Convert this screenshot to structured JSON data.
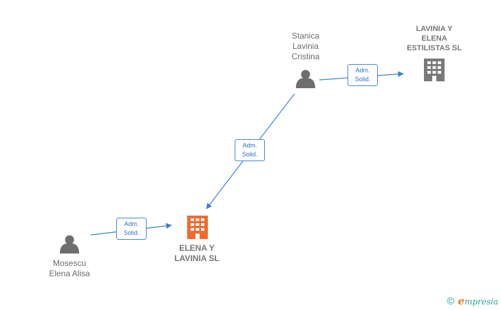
{
  "people": [
    {
      "id": "stanica",
      "name_lines": [
        "Stanica",
        "Lavinia",
        "Cristina"
      ]
    },
    {
      "id": "mosescu",
      "name_lines": [
        "Mosescu",
        "Elena Alisa"
      ]
    }
  ],
  "companies": [
    {
      "id": "lavinia-elena",
      "name": "LAVINIA Y\nELENA\nESTILISTAS  SL",
      "highlight": false
    },
    {
      "id": "elena-lavinia",
      "name": "ELENA Y\nLAVINIA  SL",
      "highlight": true
    }
  ],
  "relations": [
    {
      "from": "stanica",
      "to": "lavinia-elena",
      "label_lines": [
        "Adm.",
        "Solid."
      ]
    },
    {
      "from": "stanica",
      "to": "elena-lavinia",
      "label_lines": [
        "Adm.",
        "Solid."
      ]
    },
    {
      "from": "mosescu",
      "to": "elena-lavinia",
      "label_lines": [
        "Adm.",
        "Solid."
      ]
    }
  ],
  "colors": {
    "edge": "#3b7fd4",
    "person_icon": "#6e6e6e",
    "company_icon": "#7a7a7a",
    "company_icon_highlight": "#f26a30"
  },
  "footer": {
    "copyright_symbol": "©",
    "brand_initial": "e",
    "brand_rest": "mpresia"
  }
}
